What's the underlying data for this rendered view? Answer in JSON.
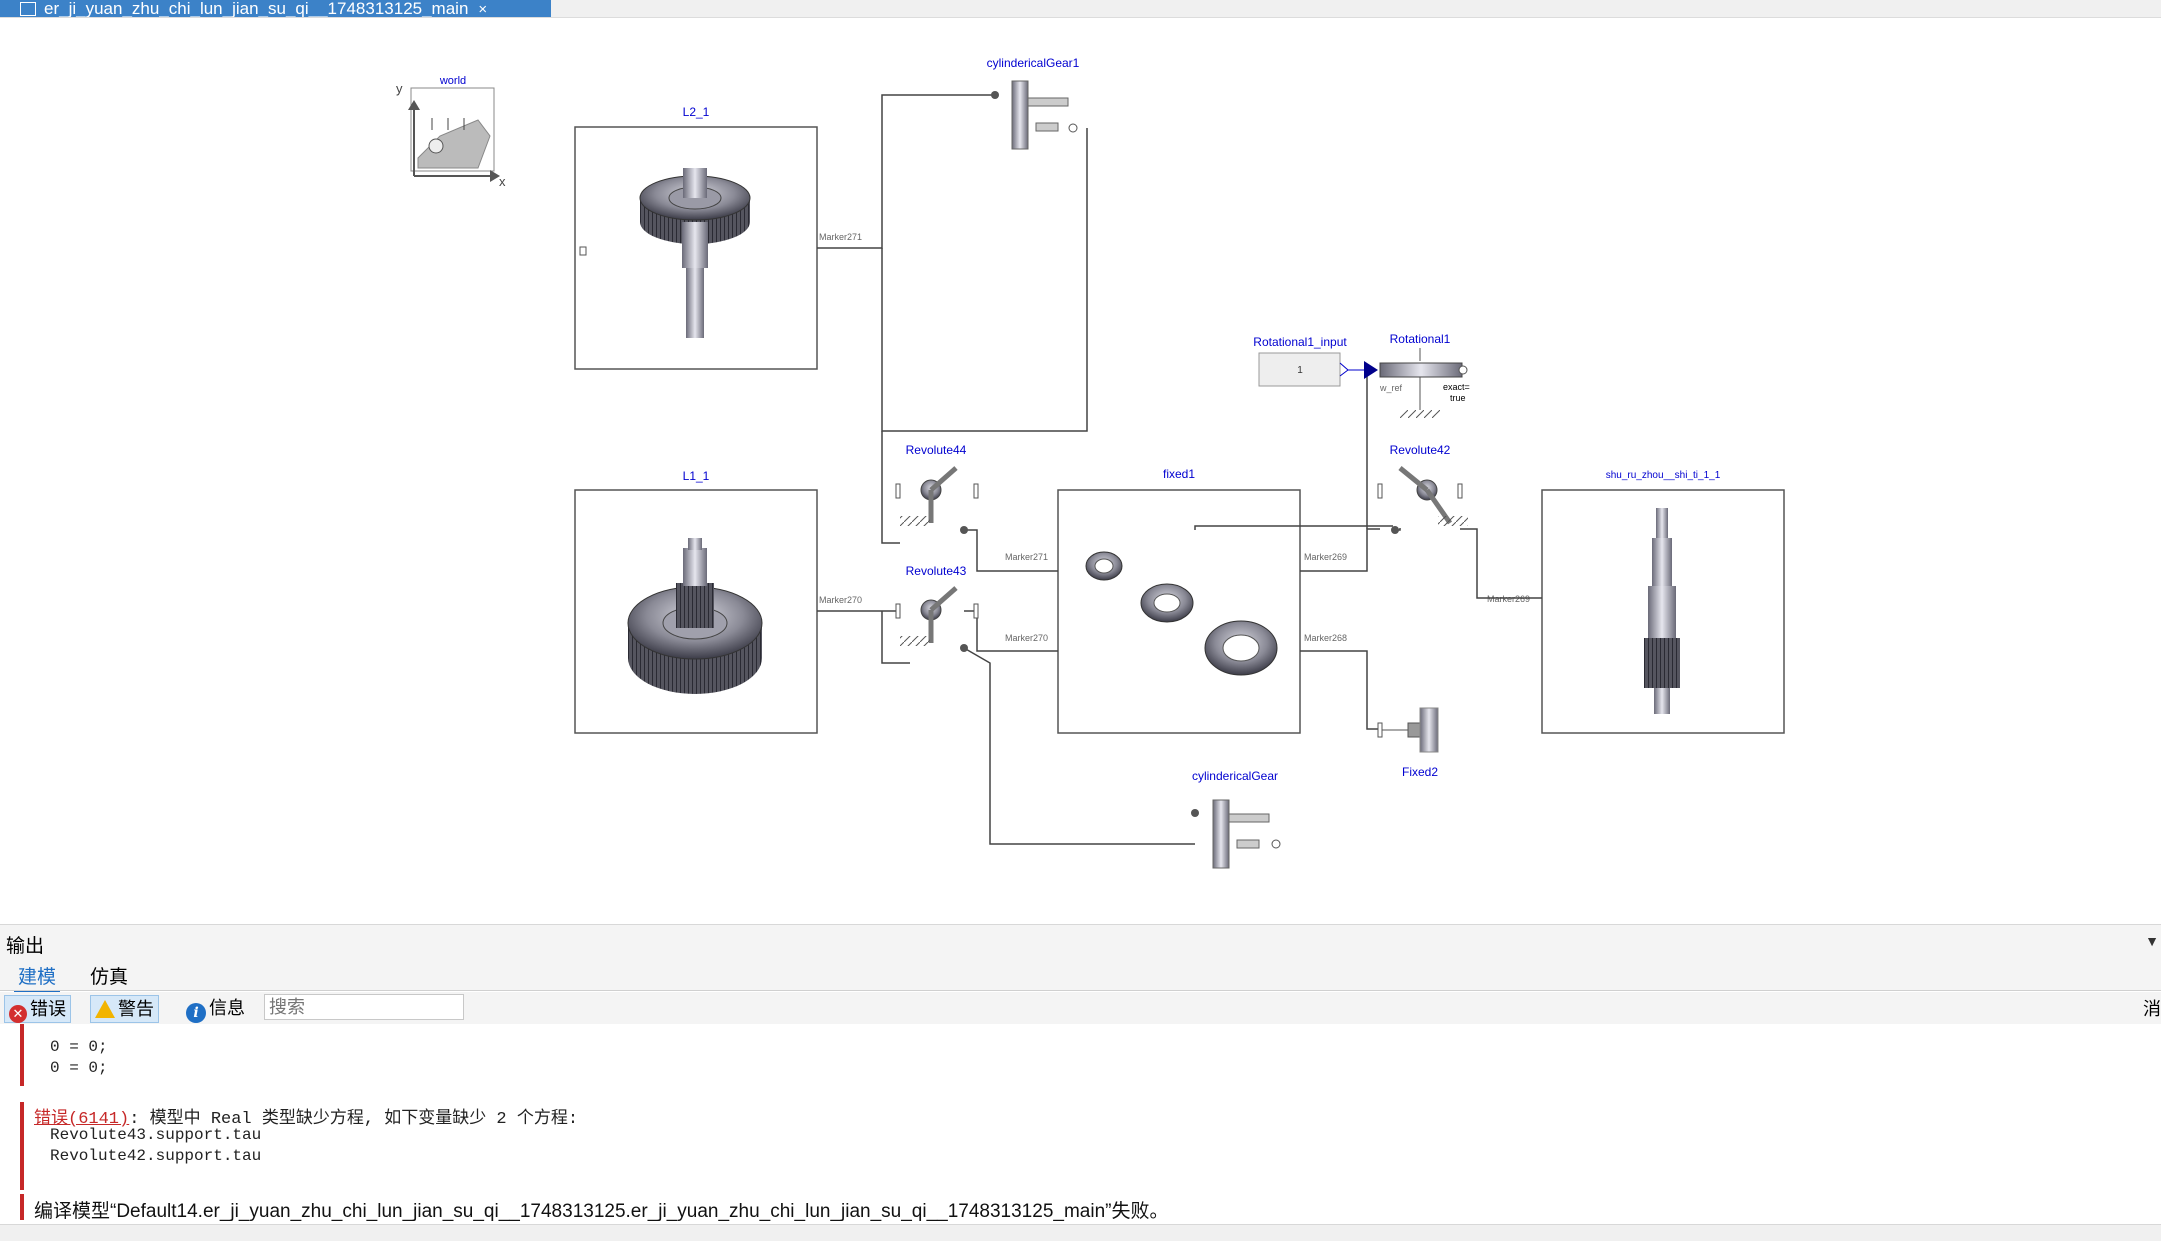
{
  "tab": {
    "title": "er_ji_yuan_zhu_chi_lun_jian_su_qi__1748313125_main",
    "close": "×"
  },
  "diagram": {
    "world": "world",
    "axis_x": "x",
    "axis_y": "y",
    "components": {
      "L2_1": "L2_1",
      "L1_1": "L1_1",
      "cylindericalGear1": "cylindericalGear1",
      "cylindericalGear": "cylindericalGear",
      "Revolute44": "Revolute44",
      "Revolute43": "Revolute43",
      "Revolute42": "Revolute42",
      "fixed1": "fixed1",
      "shu_ru_zhou": "shu_ru_zhou__shi_ti_1_1",
      "Rotational1_input": "Rotational1_input",
      "Rotational1": "Rotational1",
      "Fixed2": "Fixed2"
    },
    "markers": {
      "m271a": "Marker271",
      "m270a": "Marker270",
      "m271b": "Marker271",
      "m270b": "Marker270",
      "m269a": "Marker269",
      "m268": "Marker268",
      "m269b": "Marker269"
    },
    "input_value": "1",
    "w_ref": "w_ref",
    "exact": "exact=",
    "exact_val": "true"
  },
  "output": {
    "title": "输出",
    "collapse": "▼",
    "tabs": [
      "建模",
      "仿真"
    ],
    "filters": {
      "error": "错误",
      "warning": "警告",
      "info": "信息"
    },
    "search_placeholder": "搜索",
    "right_edge": "消",
    "log": {
      "line1": "0 = 0;",
      "line2": "0 = 0;",
      "error_link": "错误(6141)",
      "error_msg": ": 模型中 Real 类型缺少方程, 如下变量缺少 2 个方程:",
      "var1": "Revolute43.support.tau",
      "var2": "Revolute42.support.tau",
      "final": "编译模型“Default14.er_ji_yuan_zhu_chi_lun_jian_su_qi__1748313125.er_ji_yuan_zhu_chi_lun_jian_su_qi__1748313125_main”失败。"
    }
  }
}
